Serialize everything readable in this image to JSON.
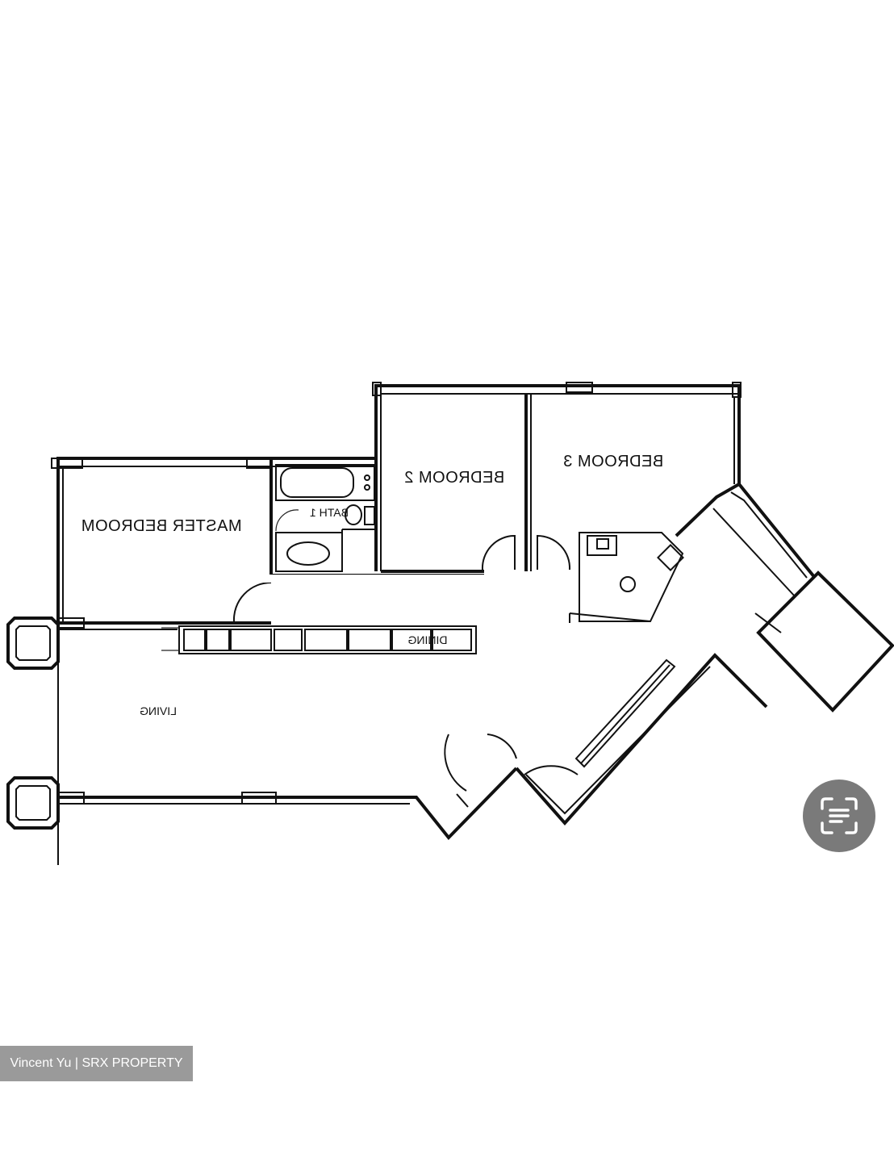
{
  "floorplan": {
    "rooms": {
      "master_bedroom": "MASTER BEDROOM",
      "bedroom_2": "BEDROOM 2",
      "bedroom_3": "BEDROOM 3",
      "bath_1": "BATH 1",
      "living": "LIVING",
      "dining": "DINING"
    },
    "labels_mirrored": true
  },
  "scan_button": {
    "icon": "text-scan-icon",
    "color": "#7a7a7a"
  },
  "watermark": {
    "text": "Vincent Yu | SRX PROPERTY"
  }
}
